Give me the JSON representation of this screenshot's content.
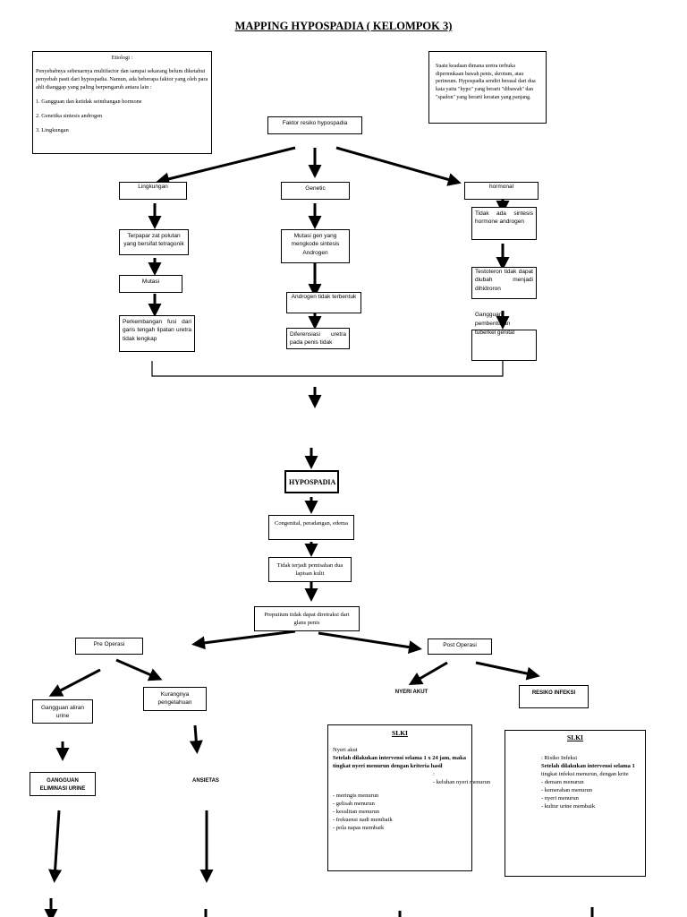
{
  "title": "MAPPING HYPOSPADIA  ( KELOMPOK 3)",
  "etiologi": {
    "heading": "Etiologi :",
    "text": "Penyebabnya sebenarnya multifactor dan sampai sekarang belum diketahui penyebab pasti dari hypospadia. Namun, ada beberapa faktor yang oleh para ahli dianggap yang paling berpengaruh antara lain :",
    "items": [
      "1. Gangguan dan ketidak seimbangan hormone",
      "2. Genetika sintesis androgen",
      "3. Lingkungan"
    ]
  },
  "definisi": "Suatu keadaan dimana uretra terbuka dipermukaan bawah penis, skrotum, atau perineum. Hypospadia sendiri berasal dari dua kata yaitu \"hypo\" yang berarti \"dibawah\" dan \"spadon\" yang berarti keratan yang panjang.",
  "faktor_resiko": "Faktor resiko hypospadia",
  "lingkungan": {
    "label": "Lingkungan",
    "steps": [
      "Terpapar zat polutan yang bersifat tetragonik",
      "Mutasi",
      "Perkembangan fusi dari garis tengah lipatan uretra tidak lengkap"
    ]
  },
  "genetic": {
    "label": "Genetic",
    "steps": [
      "Mutasi gen yang mengkode sintesis Androgen",
      "Androgen tidak terbentuk",
      "Diferensiasi uretra pada penis tidak"
    ]
  },
  "hormonal": {
    "label": "hormonal",
    "steps": [
      "Tidak ada sintesis hormone androgen",
      "Testoteron tidak dapat diubah menjadi dihidroron",
      "Gangguan pembentukan tuberkel genital"
    ]
  },
  "hypospadia": "HYPOSPADIA",
  "flow": [
    "Congenital, peradangan, edema",
    "Tidak terjadi pemisahan dua lapisan kulit",
    "Preputium tidak dapat diretraksi dari glans penis"
  ],
  "pre_operasi": {
    "label": "Pre Operasi",
    "children": [
      "Gangguan aliran urine",
      "Kurangnya pengetahuan"
    ],
    "diagnoses": [
      "GANGGUAN ELIMINASI URINE",
      "ANSIETAS"
    ]
  },
  "post_operasi": {
    "label": "Post Operasi",
    "diagnoses": [
      "NYERI AKUT",
      "RESIKO INFEKSI"
    ]
  },
  "slki_1": {
    "heading": "SLKI",
    "lines": [
      "Nyeri akut",
      "Setelah dilakukan intervensi selama 1 x 24 jam, maka tingkat nyeri menurun dengan kriteria hasil",
      ":",
      "- keluhan nyeri menurun",
      "- meringis menurun",
      "- gelisah menurun",
      "- kesulitan menurun",
      "- frekuensi nadi membaik",
      "- pola napas membaik"
    ]
  },
  "slki_2": {
    "heading": "SLKI",
    "lines": [
      ": Risiko Infeksi",
      "Setelah dilakukan intervensi selama 1",
      "tingkat infeksi menurun, dengan krite",
      "- demam menurun",
      "- kemerahan menurun",
      "- nyeri menurun",
      "- kultur urine membaik"
    ]
  }
}
